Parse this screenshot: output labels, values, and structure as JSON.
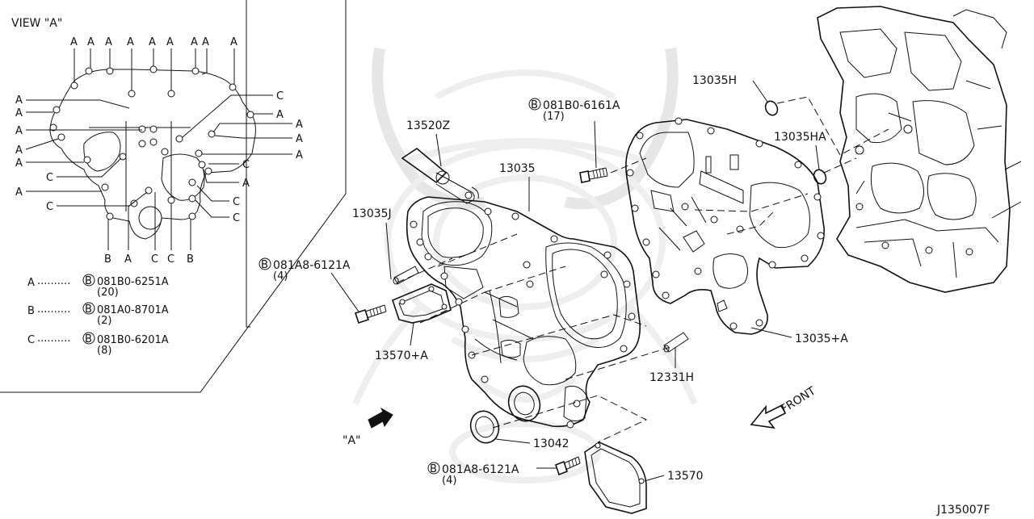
{
  "view": {
    "title": "VIEW \"A\"",
    "top_callouts": [
      "A",
      "A",
      "A",
      "A",
      "A",
      "A",
      "A",
      "A",
      "A"
    ],
    "left_callouts": [
      "A",
      "A",
      "A",
      "A",
      "A",
      "C",
      "A",
      "C"
    ],
    "right_callouts": [
      "C",
      "A",
      "A",
      "A",
      "A",
      "C",
      "A",
      "C",
      "C"
    ],
    "bottom_callouts": [
      "B",
      "A",
      "C",
      "C",
      "B"
    ]
  },
  "legend": [
    {
      "key": "A",
      "dots": "..........",
      "bolt": "081B0-6251A",
      "qty": "(20)"
    },
    {
      "key": "B",
      "dots": "..........",
      "bolt": "081A0-8701A",
      "qty": "(2)"
    },
    {
      "key": "C",
      "dots": "..........",
      "bolt": "081B0-6201A",
      "qty": "(8)"
    }
  ],
  "bolt_marker": "B",
  "parts": {
    "p13520Z": "13520Z",
    "p13035": "13035",
    "p13035J": "13035J",
    "bolt_081A8_top": {
      "part": "081A8-6121A",
      "qty": "(4)"
    },
    "bolt_081B0": {
      "part": "081B0-6161A",
      "qty": "(17)"
    },
    "p13035H": "13035H",
    "p13035HA": "13035HA",
    "p13035A": "13035+A",
    "p13570A": "13570+A",
    "p12331H": "12331H",
    "p13042": "13042",
    "bolt_081A8_bottom": {
      "part": "081A8-6121A",
      "qty": "(4)"
    },
    "p13570": "13570",
    "view_ref": "\"A\"",
    "front": "FRONT"
  },
  "diagram_id": "J135007F"
}
